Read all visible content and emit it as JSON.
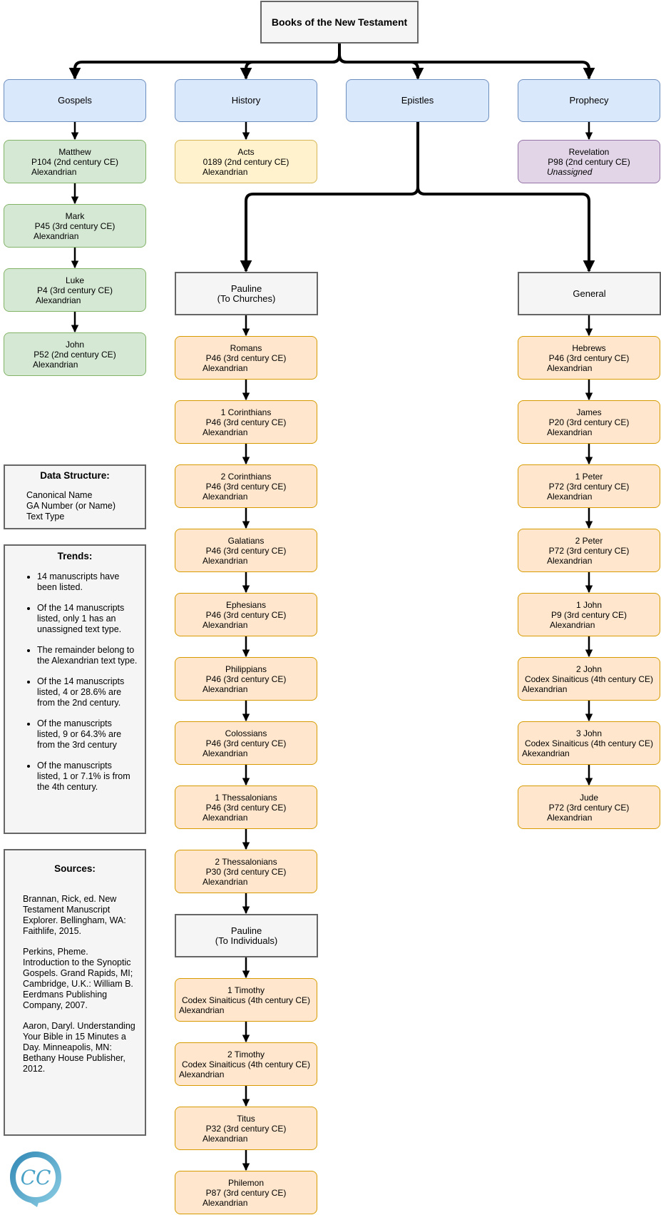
{
  "root": {
    "title": "Books of the New Testament"
  },
  "categories": {
    "gospels": "Gospels",
    "history": "History",
    "epistles": "Epistles",
    "prophecy": "Prophecy"
  },
  "epistle_groups": {
    "pauline_churches": [
      "Pauline",
      "(To Churches)"
    ],
    "general": "General",
    "pauline_individuals": [
      "Pauline",
      "(To Individuals)"
    ]
  },
  "gospels_books": [
    {
      "name": "Matthew",
      "ms": "P104 (2nd century CE)",
      "text_type": "Alexandrian"
    },
    {
      "name": "Mark",
      "ms": "P45 (3rd century CE)",
      "text_type": "Alexandrian"
    },
    {
      "name": "Luke",
      "ms": "P4 (3rd century CE)",
      "text_type": "Alexandrian"
    },
    {
      "name": "John",
      "ms": "P52 (2nd century CE)",
      "text_type": "Alexandrian"
    }
  ],
  "history_books": [
    {
      "name": "Acts",
      "ms": "0189 (2nd century CE)",
      "text_type": "Alexandrian"
    }
  ],
  "prophecy_books": [
    {
      "name": "Revelation",
      "ms": "P98 (2nd century CE)",
      "text_type": "Unassigned"
    }
  ],
  "pauline_church_books": [
    {
      "name": "Romans",
      "ms": "P46 (3rd century CE)",
      "text_type": "Alexandrian"
    },
    {
      "name": "1 Corinthians",
      "ms": "P46 (3rd century CE)",
      "text_type": "Alexandrian"
    },
    {
      "name": "2 Corinthians",
      "ms": "P46 (3rd century CE)",
      "text_type": "Alexandrian"
    },
    {
      "name": "Galatians",
      "ms": "P46 (3rd century CE)",
      "text_type": "Alexandrian"
    },
    {
      "name": "Ephesians",
      "ms": "P46 (3rd century CE)",
      "text_type": "Alexandrian"
    },
    {
      "name": "Philippians",
      "ms": "P46 (3rd century CE)",
      "text_type": "Alexandrian"
    },
    {
      "name": "Colossians",
      "ms": "P46 (3rd century CE)",
      "text_type": "Alexandrian"
    },
    {
      "name": "1 Thessalonians",
      "ms": "P46 (3rd century CE)",
      "text_type": "Alexandrian"
    },
    {
      "name": "2 Thessalonians",
      "ms": "P30 (3rd century CE)",
      "text_type": "Alexandrian"
    }
  ],
  "pauline_individual_books": [
    {
      "name": "1 Timothy",
      "ms": "Codex Sinaiticus (4th century CE)",
      "text_type": "Alexandrian"
    },
    {
      "name": "2 Timothy",
      "ms": "Codex Sinaiticus (4th century CE)",
      "text_type": "Alexandrian"
    },
    {
      "name": "Titus",
      "ms": "P32 (3rd century CE)",
      "text_type": "Alexandrian"
    },
    {
      "name": "Philemon",
      "ms": "P87 (3rd century CE)",
      "text_type": "Alexandrian"
    }
  ],
  "general_books": [
    {
      "name": "Hebrews",
      "ms": "P46 (3rd century CE)",
      "text_type": "Alexandrian"
    },
    {
      "name": "James",
      "ms": "P20 (3rd century CE)",
      "text_type": "Alexandrian"
    },
    {
      "name": "1 Peter",
      "ms": "P72 (3rd century CE)",
      "text_type": "Alexandrian"
    },
    {
      "name": "2 Peter",
      "ms": "P72 (3rd century CE)",
      "text_type": "Alexandrian"
    },
    {
      "name": "1 John",
      "ms": "P9 (3rd century CE)",
      "text_type": "Alexandrian"
    },
    {
      "name": "2 John",
      "ms": "Codex Sinaiticus (4th century CE)",
      "text_type": "Alexandrian"
    },
    {
      "name": "3 John",
      "ms": "Codex Sinaiticus (4th century CE)",
      "text_type": "Akexandrian"
    },
    {
      "name": "Jude",
      "ms": "P72 (3rd century CE)",
      "text_type": "Alexandrian"
    }
  ],
  "data_structure": {
    "title": "Data Structure:",
    "lines": [
      "Canonical Name",
      "GA Number (or Name)",
      "Text Type"
    ]
  },
  "trends": {
    "title": "Trends:",
    "items": [
      "14 manuscripts have been listed.",
      "Of the 14 manuscripts listed, only 1 has an unassigned text type.",
      "The remainder belong to the Alexandrian text type.",
      "Of the 14 manuscripts listed, 4 or 28.6% are from the 2nd century.",
      "Of the manuscripts listed, 9 or 64.3% are from the 3rd century",
      "Of the manuscripts listed, 1 or 7.1% is from the 4th century."
    ]
  },
  "sources": {
    "title": "Sources:",
    "items": [
      "Brannan, Rick, ed. New Testament Manuscript Explorer. Bellingham, WA: Faithlife, 2015.",
      "Perkins, Pheme. Introduction to the Synoptic Gospels. Grand Rapids, MI; Cambridge, U.K.: William B. Eerdmans Publishing Company, 2007.",
      "Aaron, Daryl. Understanding Your Bible in 15 Minutes a Day. Minneapolis, MN: Bethany House Publisher, 2012."
    ]
  },
  "logo": {
    "text": "CC"
  },
  "colors": {
    "category_fill": "#dae8fc",
    "category_border": "#6c8ebf",
    "gospel_fill": "#d5e8d4",
    "history_fill": "#fff2cc",
    "prophecy_fill": "#e1d5e7",
    "epistle_fill": "#ffe6cc",
    "group_fill": "#f5f5f5",
    "logo_blue": "#4aa3c7"
  }
}
